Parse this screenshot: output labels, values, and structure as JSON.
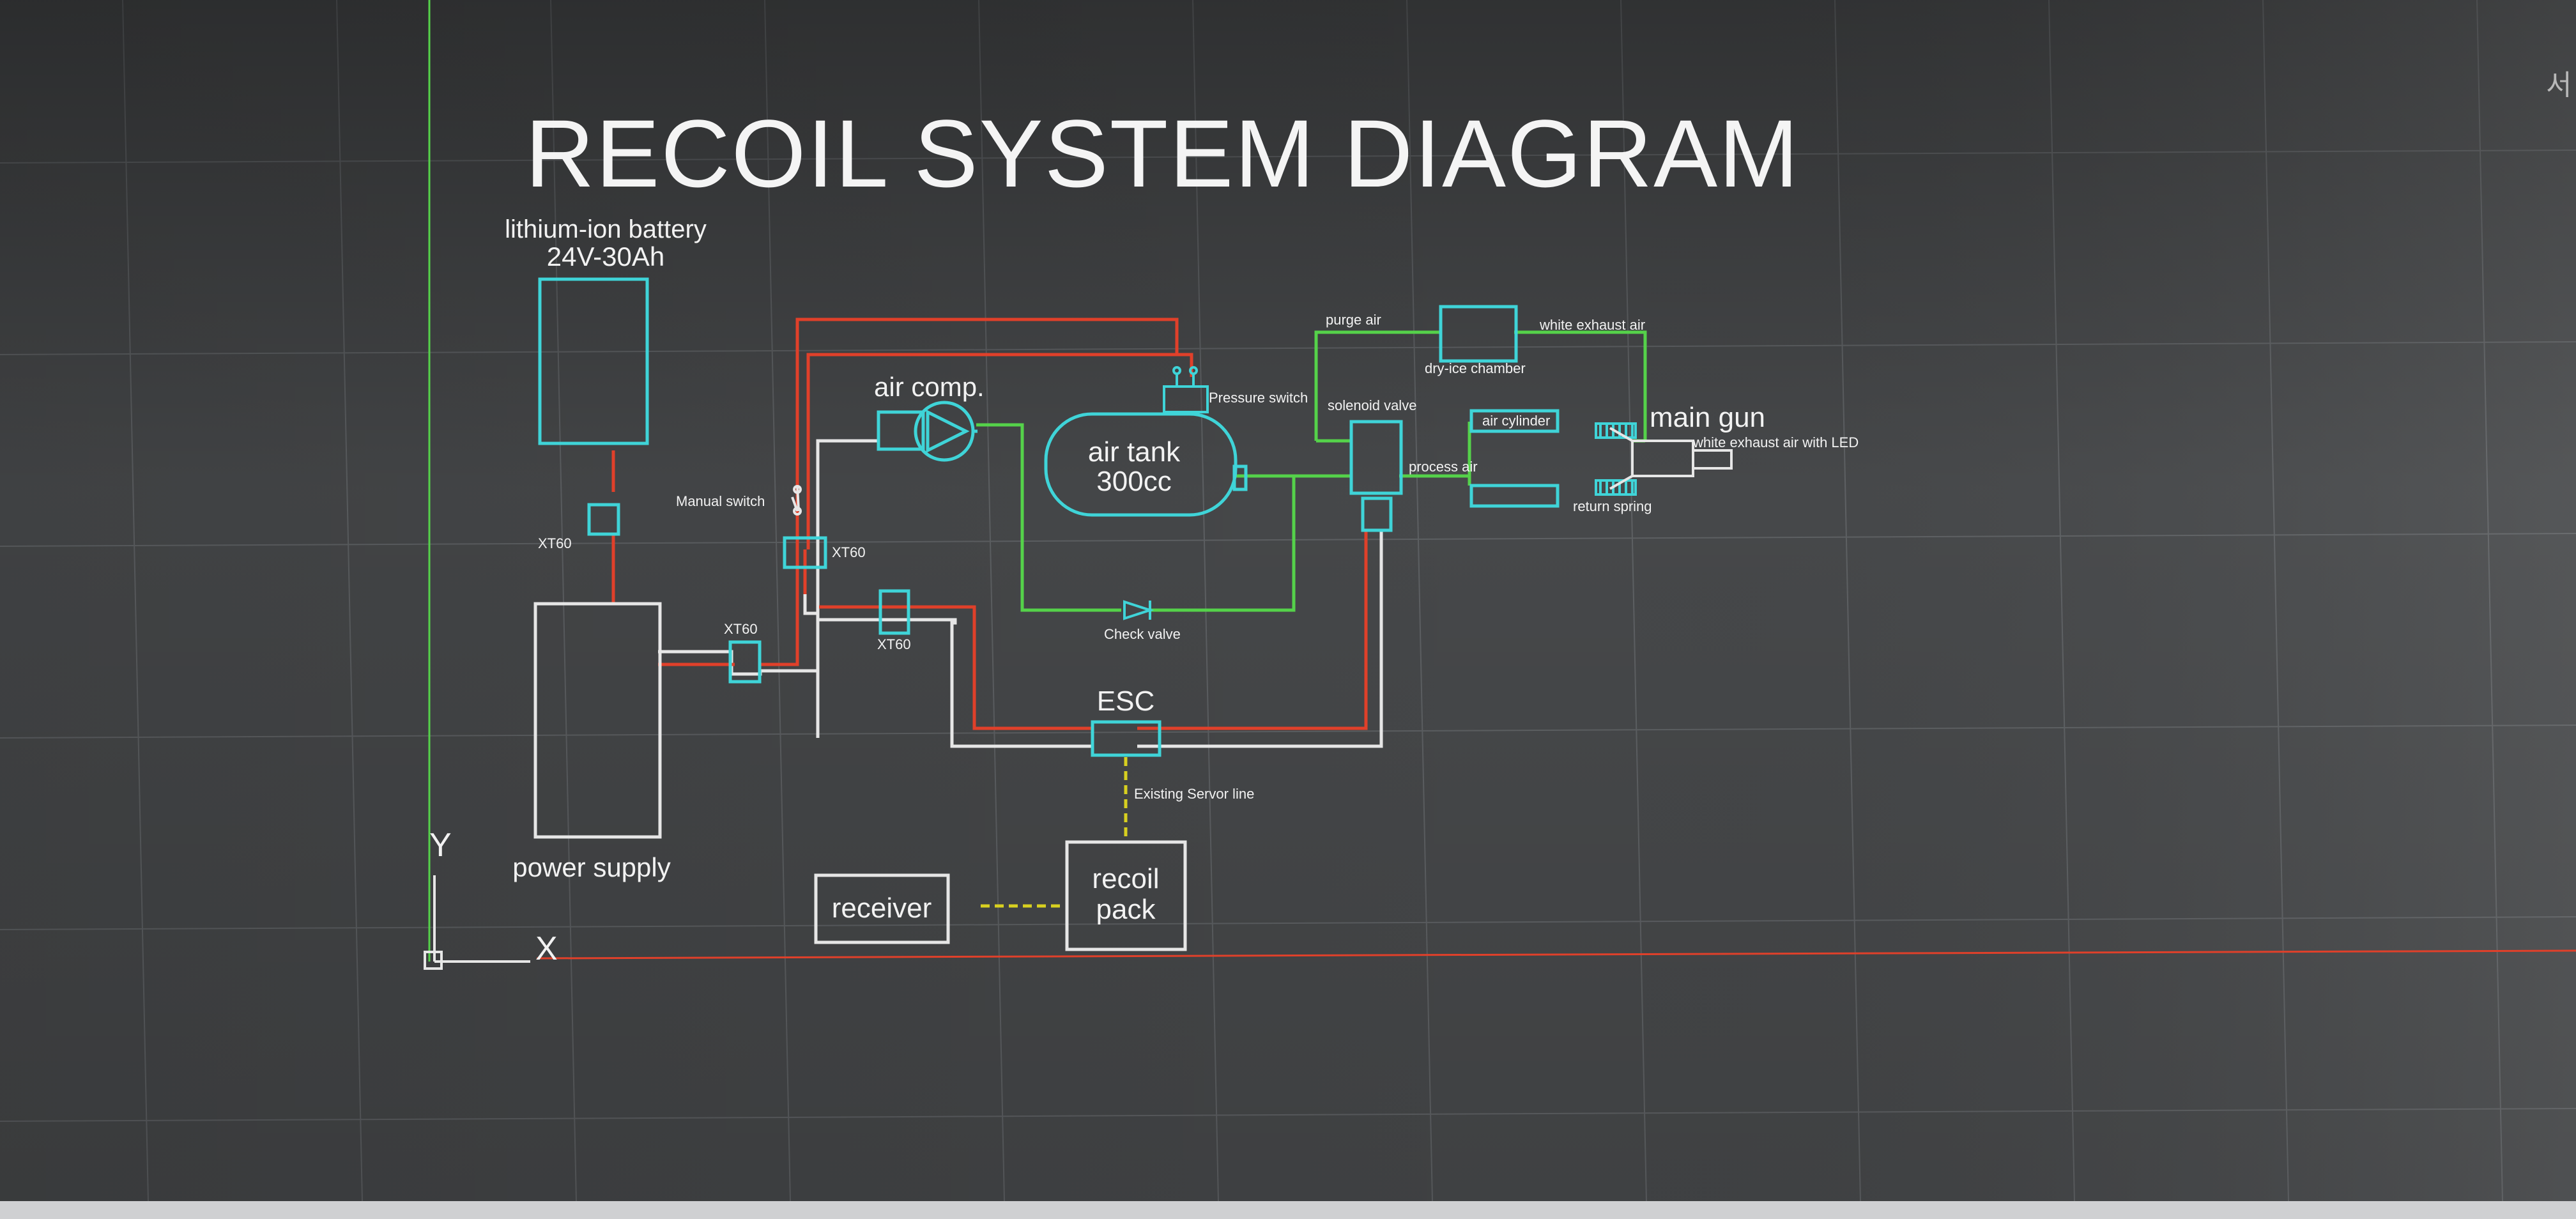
{
  "title": "RECOIL SYSTEM DIAGRAM",
  "corner_glyph": "서",
  "axes": {
    "y_label": "Y",
    "x_label": "X"
  },
  "components": {
    "battery": {
      "label_line1": "lithium-ion battery",
      "label_line2": "24V-30Ah"
    },
    "power_supply": {
      "label": "power supply"
    },
    "air_compressor": {
      "label": "air comp."
    },
    "air_tank": {
      "label_line1": "air tank",
      "label_line2": "300cc"
    },
    "esc": {
      "label": "ESC"
    },
    "receiver": {
      "label": "receiver"
    },
    "recoil_pack": {
      "label_line1": "recoil",
      "label_line2": "pack"
    },
    "main_gun": {
      "label": "main gun"
    }
  },
  "annotations": {
    "xt60_battery": "XT60",
    "xt60_switch": "XT60",
    "xt60_supply": "XT60",
    "xt60_esc": "XT60",
    "manual_switch": "Manual switch",
    "pressure_switch": "Pressure switch",
    "check_valve": "Check valve",
    "solenoid_valve": "solenoid valve",
    "purge_air": "purge air",
    "dry_ice_chamber": "dry-ice chamber",
    "white_exhaust_air": "white exhaust air",
    "air_cylinder": "air cylinder",
    "process_air": "process air",
    "return_spring": "return spring",
    "white_exhaust_led": "white exhaust air with LED",
    "existing_servo_line": "Existing Servor line"
  },
  "colors": {
    "background": "#4a4c4e",
    "grid": "#6a6d70",
    "component_outline": "#3fd4d8",
    "white_wire": "#e6e6e6",
    "red_wire": "#e0402a",
    "green_line": "#55d24a",
    "signal_line": "#d8d020",
    "label": "#f2f2f2"
  }
}
